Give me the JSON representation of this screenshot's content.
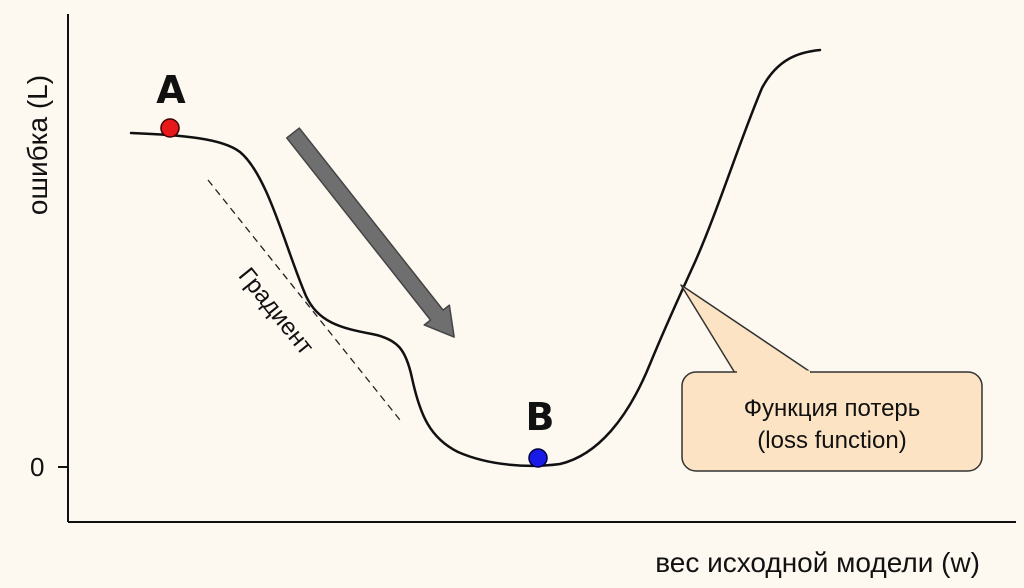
{
  "diagram": {
    "y_axis_label": "ошибка (L)",
    "x_axis_label": "вес исходной модели (w)",
    "zero_tick": "0",
    "gradient_label": "Градиент",
    "point_a": {
      "label": "A",
      "color": "#e8191b"
    },
    "point_b": {
      "label": "B",
      "color": "#1a1ae6"
    },
    "callout": {
      "line1": "Функция потерь",
      "line2": "(loss function)",
      "fill": "#fbe3c3",
      "border": "#333333"
    },
    "arrow_color": "#6f6f6f",
    "background": "#fdf8f0"
  }
}
